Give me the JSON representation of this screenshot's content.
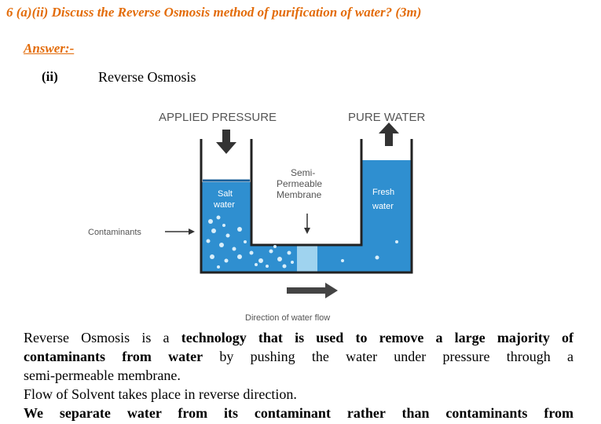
{
  "question": "6 (a)(ii) Discuss the Reverse Osmosis method of purification of water?  (3m)",
  "answer_label": "Answer:-",
  "section": {
    "number": "(ii)",
    "title": "Reverse Osmosis"
  },
  "diagram": {
    "applied_pressure": "APPLIED PRESSURE",
    "pure_water": "PURE WATER",
    "salt_line1": "Salt",
    "salt_line2": "water",
    "semi_line1": "Semi-",
    "semi_line2": "Permeable",
    "semi_line3": "Membrane",
    "fresh_line1": "Fresh",
    "fresh_line2": "water",
    "contaminants": "Contaminants",
    "direction": "Direction of water flow",
    "colors": {
      "water": "#2f8fd0",
      "membrane": "#9fd3ef",
      "arrow": "#333333",
      "label": "#555555"
    }
  },
  "body": {
    "s1_a": "Reverse Osmosis is a ",
    "s1_b": "technology that is used to remove a large majority of",
    "s1_c": "contaminants from water",
    "s1_d": " by pushing the water under pressure through a",
    "s1_e": "semi-permeable membrane.",
    "s2": "Flow of Solvent takes place in reverse direction.",
    "s3": "We separate water from its contaminant rather than contaminants from"
  }
}
